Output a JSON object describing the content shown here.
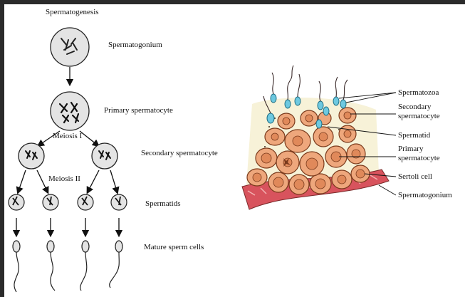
{
  "title": "Spermatogenesis",
  "left_labels": {
    "spermatogonium": "Spermatogonium",
    "primary": "Primary spermatocyte",
    "meiosis1": "Meiosis I",
    "secondary": "Secondary spermatocyte",
    "meiosis2": "Meiosis II",
    "spermatids": "Spermatids",
    "mature": "Mature sperm cells"
  },
  "right_labels": {
    "spermatozoa": "Spermatozoa",
    "secondary_1": "Secondary",
    "secondary_2": "spermatocyte",
    "spermatid": "Spermatid",
    "primary_1": "Primary",
    "primary_2": "spermatocyte",
    "sertoli": "Sertoli cell",
    "spermatogonium": "Spermatogonium"
  },
  "colors": {
    "cell_fill": "#e4e4e4",
    "tissue_cell": "#eea77c",
    "tissue_nucleus": "#e0895a",
    "tissue_outline": "#7a3a1c",
    "lumen": "#f7f2d8",
    "basement": "#d8535d",
    "sperm_head": "#6ec9e0"
  }
}
